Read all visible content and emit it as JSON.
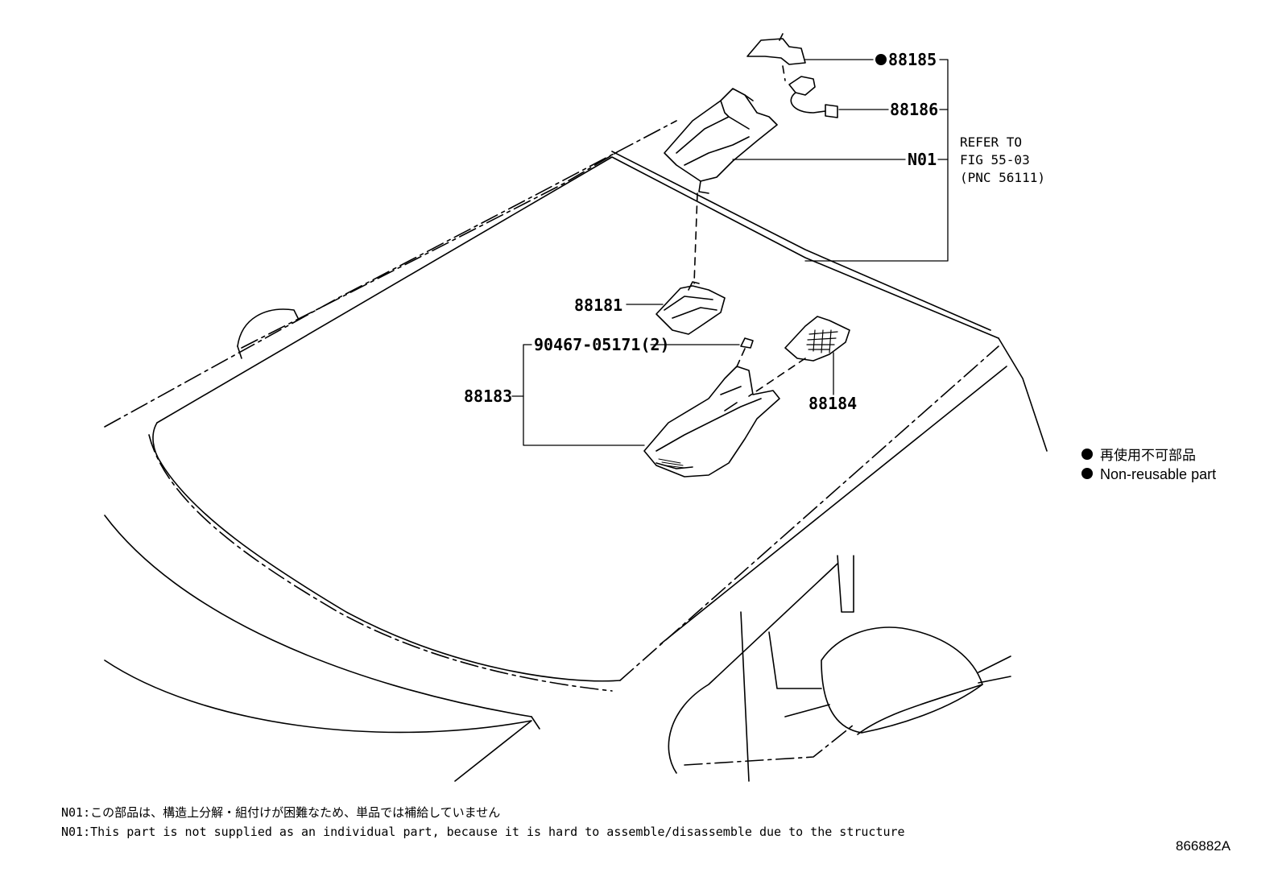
{
  "parts": {
    "p88185": "88185",
    "p88186": "88186",
    "pN01": "N01",
    "p88181": "88181",
    "p90467": "90467-05171(2)",
    "p88183": "88183",
    "p88184": "88184"
  },
  "refer": {
    "line1": "REFER TO",
    "line2": "FIG 55-03",
    "line3": "(PNC 56111)"
  },
  "legend": {
    "jp": "再使用不可部品",
    "en": "Non-reusable part"
  },
  "notes": {
    "jp": "N01:この部品は、構造上分解・組付けが困難なため、単品では補給していません",
    "en": "N01:This part is not supplied as an individual part, because it is hard to assemble/disassemble due to the structure"
  },
  "figure_id": "866882A"
}
